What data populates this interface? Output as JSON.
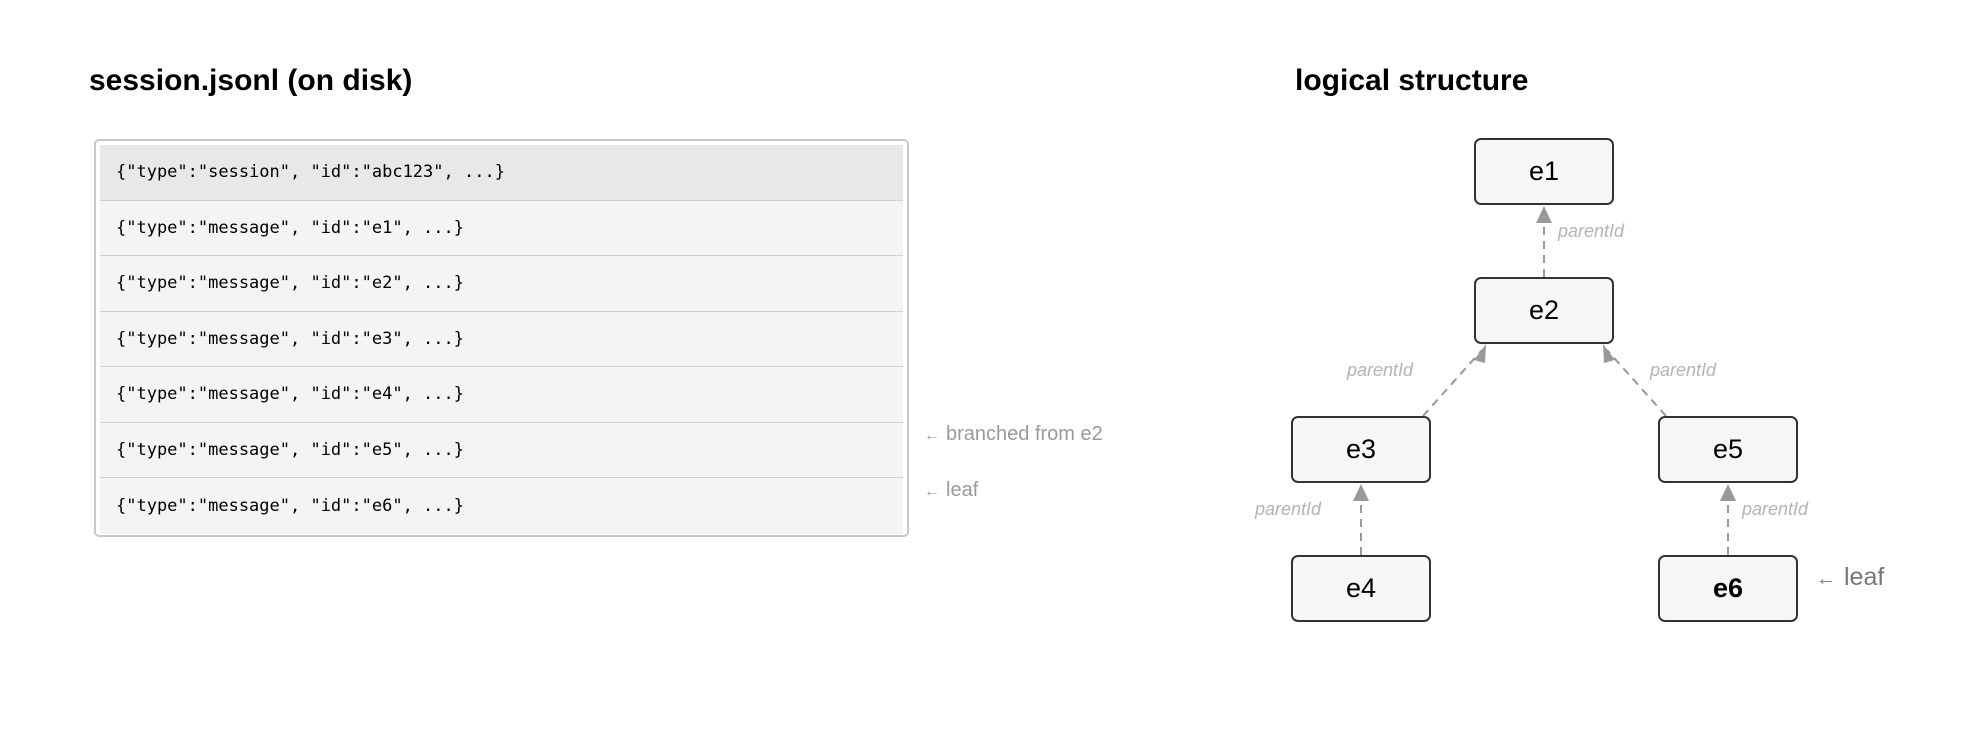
{
  "left_panel": {
    "title": "session.jsonl (on disk)",
    "rows": [
      {
        "text": "{\"type\":\"session\", \"id\":\"abc123\", ...}",
        "kind": "header"
      },
      {
        "text": "{\"type\":\"message\", \"id\":\"e1\", ...}",
        "kind": "message"
      },
      {
        "text": "{\"type\":\"message\", \"id\":\"e2\", ...}",
        "kind": "message"
      },
      {
        "text": "{\"type\":\"message\", \"id\":\"e3\", ...}",
        "kind": "message"
      },
      {
        "text": "{\"type\":\"message\", \"id\":\"e4\", ...}",
        "kind": "message"
      },
      {
        "text": "{\"type\":\"message\", \"id\":\"e5\", ...}",
        "kind": "message"
      },
      {
        "text": "{\"type\":\"message\", \"id\":\"e6\", ...}",
        "kind": "message"
      }
    ],
    "annotations": [
      {
        "arrow": "←",
        "text": "branched from e2",
        "row": 5
      },
      {
        "arrow": "←",
        "text": "leaf",
        "row": 6
      }
    ]
  },
  "right_panel": {
    "title": "logical structure",
    "nodes": [
      {
        "id": "e1",
        "label": "e1",
        "bold": false
      },
      {
        "id": "e2",
        "label": "e2",
        "bold": false
      },
      {
        "id": "e3",
        "label": "e3",
        "bold": false
      },
      {
        "id": "e4",
        "label": "e4",
        "bold": false
      },
      {
        "id": "e5",
        "label": "e5",
        "bold": false
      },
      {
        "id": "e6",
        "label": "e6",
        "bold": true
      }
    ],
    "edges": [
      {
        "from": "e2",
        "to": "e1",
        "label": "parentId"
      },
      {
        "from": "e3",
        "to": "e2",
        "label": "parentId"
      },
      {
        "from": "e5",
        "to": "e2",
        "label": "parentId"
      },
      {
        "from": "e4",
        "to": "e3",
        "label": "parentId"
      },
      {
        "from": "e6",
        "to": "e5",
        "label": "parentId"
      }
    ],
    "leaf_tag": {
      "arrow": "←",
      "text": "leaf"
    }
  },
  "colors": {
    "header_row_bg": "#e8e8e8",
    "row_bg": "#f4f4f4",
    "node_bg": "#f7f7f7",
    "node_border": "#333333",
    "edge": "#999999",
    "edge_label": "#b4b4b4",
    "annotation": "#9a9a9a"
  }
}
